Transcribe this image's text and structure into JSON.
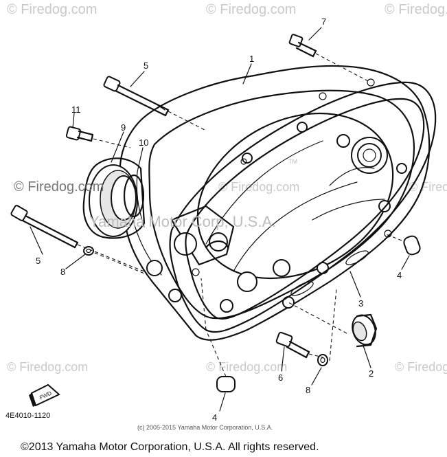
{
  "watermarks": {
    "top_left": "© Firedog.com",
    "top_center": "© Firedog.com",
    "top_right": "© Firedog.com",
    "mid_left": "© Firedog.com",
    "mid_center": "© Firedog.com",
    "mid_right": "© Firedog.com",
    "bottom_left": "© Firedog.com",
    "bottom_center": "© Firedog.com",
    "bottom_right": "© Firedog.com",
    "overlay_company": "Yamaha Motor Corp, U.S.A.",
    "tm": "TM"
  },
  "callouts": {
    "c1": "1",
    "c2": "2",
    "c3": "3",
    "c4a": "4",
    "c4b": "4",
    "c5a": "5",
    "c5b": "5",
    "c6": "6",
    "c7": "7",
    "c8a": "8",
    "c8b": "8",
    "c9": "9",
    "c10": "10",
    "c11": "11"
  },
  "front_tag": "FWD",
  "diagram_number": "4E4010-1120",
  "small_copyright": "(c) 2005-2015 Yamaha Motor Corporation, U.S.A.",
  "footer_copyright": "©2013 Yamaha Motor Corporation, U.S.A. All rights reserved."
}
